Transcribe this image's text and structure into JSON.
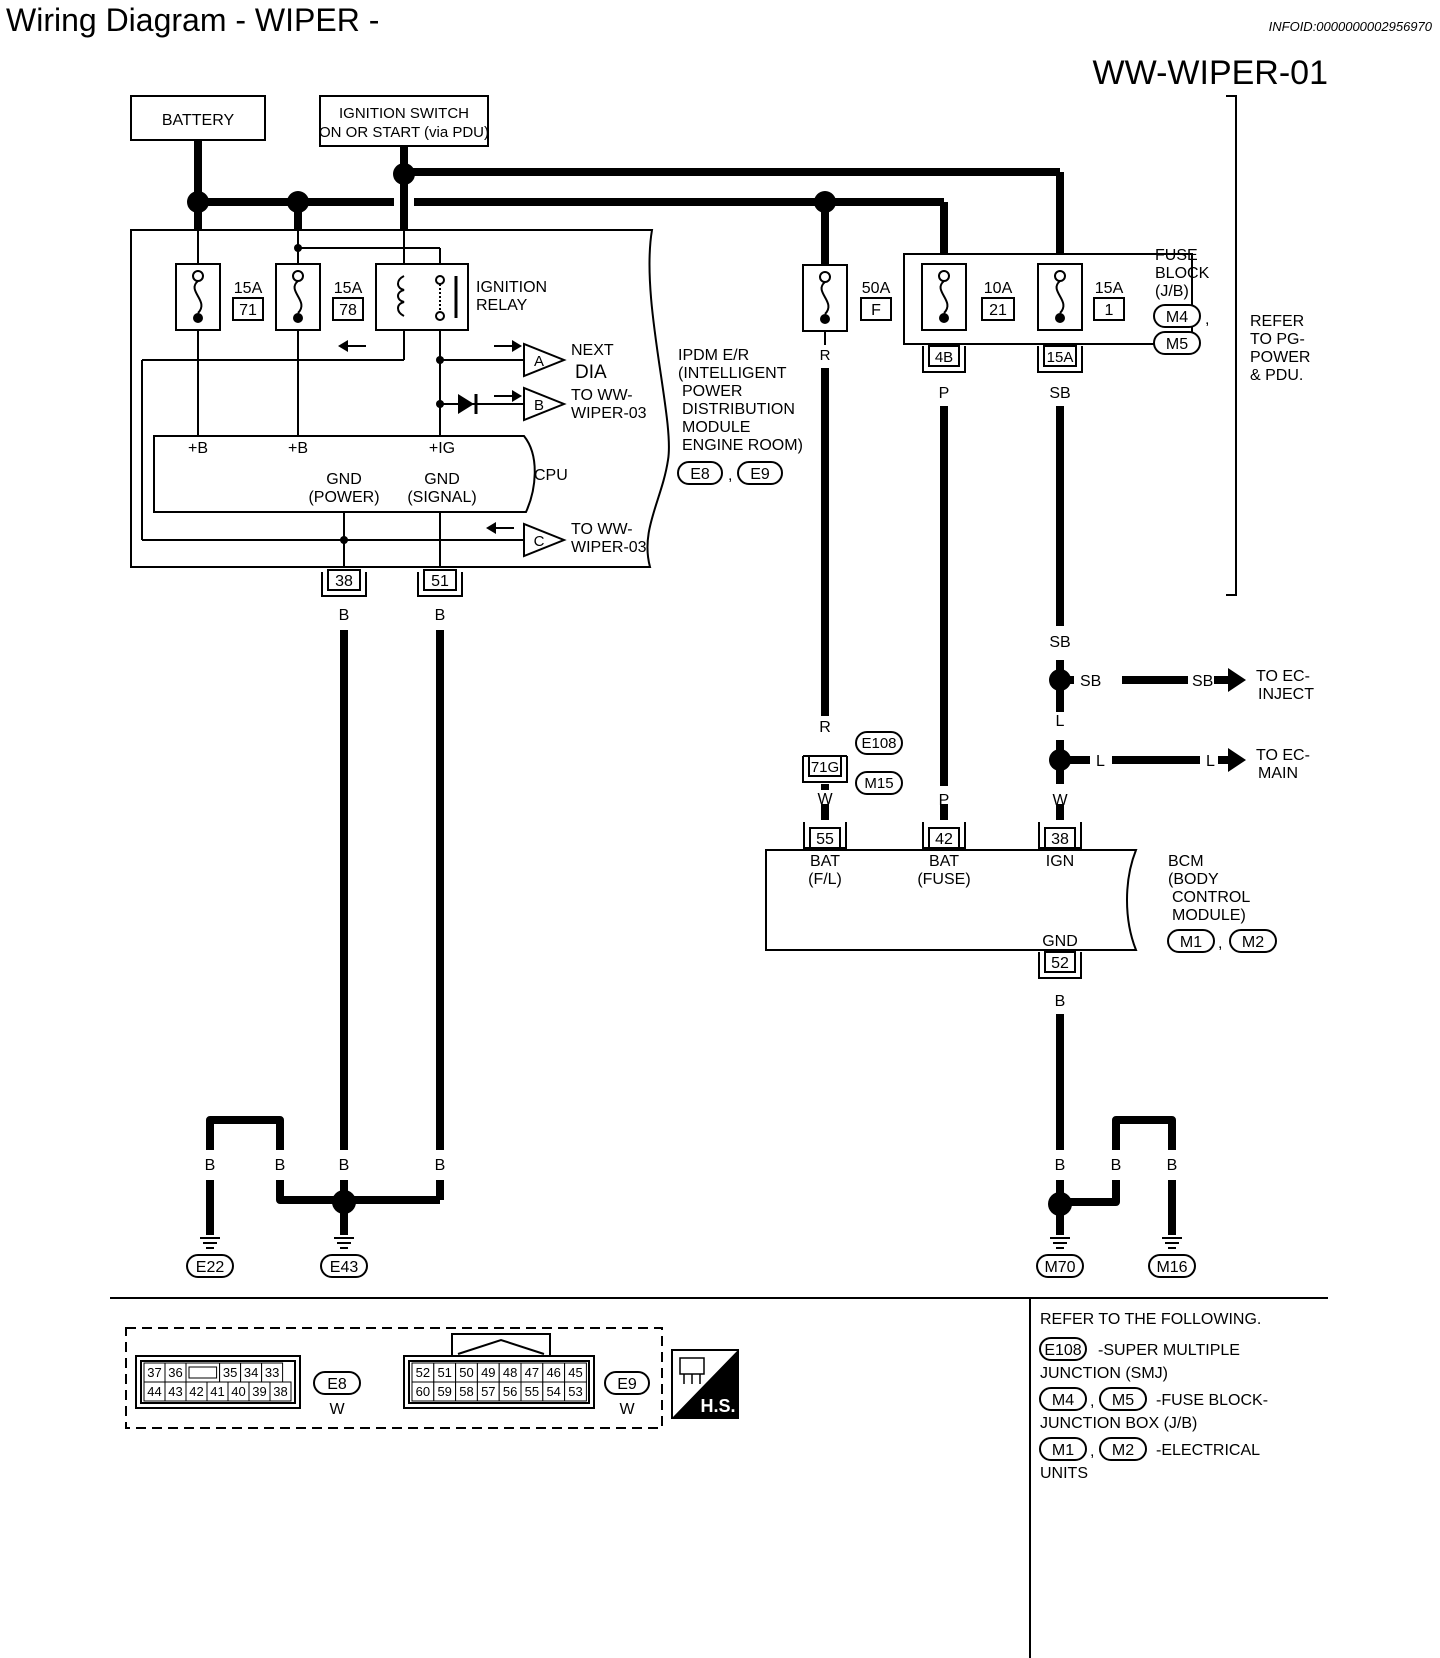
{
  "header": {
    "title": "Wiring Diagram - WIPER -",
    "info_id": "INFOID:0000000002956970",
    "diagram_code": "WW-WIPER-01"
  },
  "sources": {
    "battery": "BATTERY",
    "ignition_line1": "IGNITION SWITCH",
    "ignition_line2": "ON OR START (via PDU)"
  },
  "ipdm": {
    "fuse71_amp": "15A",
    "fuse71_no": "71",
    "fuse78_amp": "15A",
    "fuse78_no": "78",
    "relay_line1": "IGNITION",
    "relay_line2": "RELAY",
    "next_arrow": "A",
    "next_line1": "NEXT",
    "next_line2": "DIA",
    "arrow_b": "B",
    "to_b_line1": "TO WW-",
    "to_b_line2": "WIPER-03",
    "arrow_c": "C",
    "to_c_line1": "TO WW-",
    "to_c_line2": "WIPER-03",
    "cpu_pin1": "+B",
    "cpu_pin2": "+B",
    "cpu_pin3": "+IG",
    "gnd_power_1": "GND",
    "gnd_power_2": "(POWER)",
    "gnd_signal_1": "GND",
    "gnd_signal_2": "(SIGNAL)",
    "cpu": "CPU",
    "name_line1": "IPDM E/R",
    "name_line2": "(INTELLIGENT",
    "name_line3": "POWER",
    "name_line4": "DISTRIBUTION",
    "name_line5": "MODULE",
    "name_line6": "ENGINE ROOM)",
    "conn1": "E8",
    "conn2": "E9",
    "term38": "38",
    "term51": "51",
    "wire38": "B",
    "wire51": "B"
  },
  "fuse_block": {
    "fuseF_amp": "50A",
    "fuseF_no": "F",
    "wireF": "R",
    "fuse21_amp": "10A",
    "fuse21_no": "21",
    "fuse1_amp": "15A",
    "fuse1_no": "1",
    "term4B": "4B",
    "term15A": "15A",
    "wire4B": "P",
    "wire15A": "SB",
    "name_line1": "FUSE",
    "name_line2": "BLOCK",
    "name_line3": "(J/B)",
    "conn1": "M4",
    "conn2": "M5",
    "refer_line1": "REFER",
    "refer_line2": "TO PG-",
    "refer_line3": "POWER",
    "refer_line4": "& PDU."
  },
  "splices": {
    "sb_top": "SB",
    "sb_left": "SB",
    "sb_right": "SB",
    "to_ec_inject_1": "TO EC-",
    "to_ec_inject_2": "INJECT",
    "l_top": "L",
    "l_left": "L",
    "l_right": "L",
    "to_ec_main_1": "TO EC-",
    "to_ec_main_2": "MAIN",
    "w_bottom": "W"
  },
  "smj": {
    "wire_top": "R",
    "term": "71G",
    "wire_bottom": "W",
    "conn1": "E108",
    "conn2": "M15"
  },
  "bcm": {
    "term55": "55",
    "term42": "42",
    "term38": "38",
    "term52": "52",
    "pin55_1": "BAT",
    "pin55_2": "(F/L)",
    "pin42_1": "BAT",
    "pin42_2": "(FUSE)",
    "pin38": "IGN",
    "pin52": "GND",
    "wire42": "P",
    "wire52": "B",
    "name_line1": "BCM",
    "name_line2": "(BODY",
    "name_line3": "CONTROL",
    "name_line4": "MODULE)",
    "conn1": "M1",
    "conn2": "M2"
  },
  "grounds": {
    "left_w1": "B",
    "left_w2": "B",
    "left_w3": "B",
    "left_w4": "B",
    "e22": "E22",
    "e43": "E43",
    "right_w1": "B",
    "right_w2": "B",
    "right_w3": "B",
    "m70": "M70",
    "m16": "M16"
  },
  "connectors": {
    "e8_row1": [
      "37",
      "36",
      "",
      "35",
      "34",
      "33"
    ],
    "e8_row2": [
      "44",
      "43",
      "42",
      "41",
      "40",
      "39",
      "38"
    ],
    "e8_label": "E8",
    "e8_color": "W",
    "e9_row1": [
      "52",
      "51",
      "50",
      "49",
      "48",
      "47",
      "46",
      "45"
    ],
    "e9_row2": [
      "60",
      "59",
      "58",
      "57",
      "56",
      "55",
      "54",
      "53"
    ],
    "e9_label": "E9",
    "e9_color": "W",
    "hs_label": "H.S."
  },
  "refer": {
    "heading": "REFER TO THE FOLLOWING.",
    "item1_conn": "E108",
    "item1_line1": "-SUPER MULTIPLE",
    "item1_line2": "JUNCTION (SMJ)",
    "item2_conn1": "M4",
    "item2_conn2": "M5",
    "item2_line1": "-FUSE BLOCK-",
    "item2_line2": "JUNCTION BOX (J/B)",
    "item3_conn1": "M1",
    "item3_conn2": "M2",
    "item3_line1": "-ELECTRICAL",
    "item3_line2": "UNITS"
  }
}
